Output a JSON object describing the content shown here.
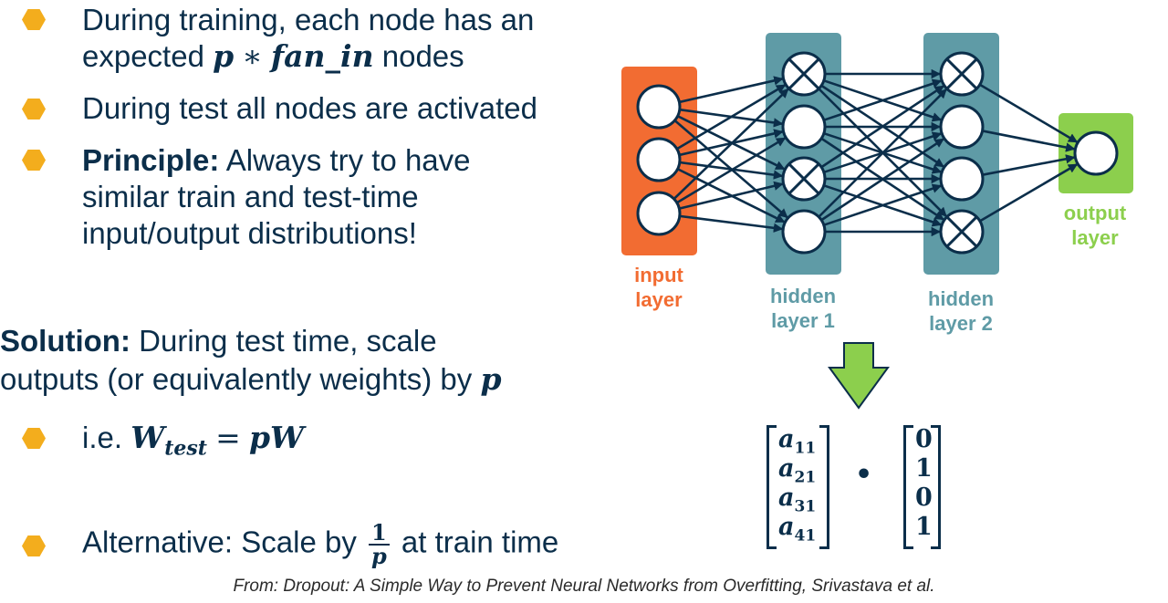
{
  "bullets": {
    "b1_line1": "During training, each node has an",
    "b1_line2_prefix": "expected",
    "b1_line2_math_p": "p",
    "b1_line2_math_op": "∗",
    "b1_line2_math_fan": "fan_in",
    "b1_line2_suffix": "nodes",
    "b2": "During test all nodes are activated",
    "b3_bold": "Principle:",
    "b3_line1": "Always try to have",
    "b3_line2": "similar train and test-time",
    "b3_line3": "input/output distributions!"
  },
  "solution": {
    "bold": "Solution:",
    "line1": "During test time, scale",
    "line2": "outputs (or equivalently weights) by",
    "line2_math": "p",
    "ie_prefix": "i.e.",
    "ie_W": "W",
    "ie_sub": "test",
    "ie_eq": "=",
    "ie_rhs": "pW",
    "alt_prefix": "Alternative: Scale by",
    "alt_num": "1",
    "alt_den": "p",
    "alt_suffix": "at train time"
  },
  "diagram": {
    "input_label_1": "input",
    "input_label_2": "layer",
    "hidden1_label_1": "hidden",
    "hidden1_label_2": "layer 1",
    "hidden2_label_1": "hidden",
    "hidden2_label_2": "layer 2",
    "output_label_1": "output",
    "output_label_2": "layer",
    "colors": {
      "input": "#f26c32",
      "hidden": "#5f9ba6",
      "output": "#8ccf4d",
      "arrow": "#8ccf4d",
      "edge": "#0b2e4a",
      "text": "#0b2e4a",
      "bullet": "#f3ad1d"
    }
  },
  "matrix": {
    "left": [
      {
        "base": "a",
        "sub": "11"
      },
      {
        "base": "a",
        "sub": "21"
      },
      {
        "base": "a",
        "sub": "31"
      },
      {
        "base": "a",
        "sub": "41"
      }
    ],
    "dot": "•",
    "right": [
      "0",
      "1",
      "0",
      "1"
    ]
  },
  "citation": "From: Dropout: A Simple Way to Prevent Neural Networks from Overfitting, Srivastava et al."
}
